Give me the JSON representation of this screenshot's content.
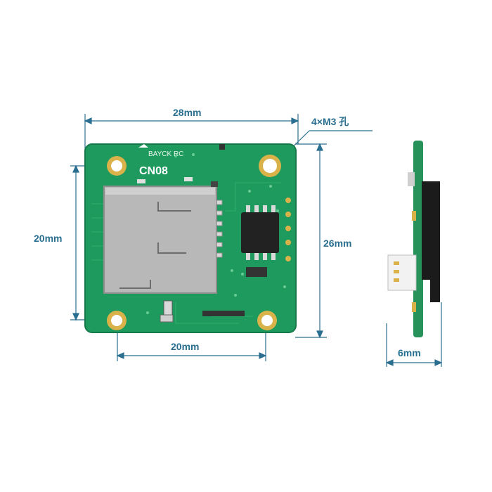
{
  "labels": {
    "width_top": "28mm",
    "hole_note": "4×M3 孔",
    "height_left": "20mm",
    "height_right": "26mm",
    "width_bottom": "20mm",
    "side_thickness": "6mm",
    "brand": "BAYCK RC",
    "model": "CN08"
  },
  "colors": {
    "dimension": "#2a6f8f",
    "pcb": "#1f9a5e",
    "pad_gold": "#d9b24a",
    "sd_metal": "#b8b8b8",
    "chip": "#222222"
  }
}
